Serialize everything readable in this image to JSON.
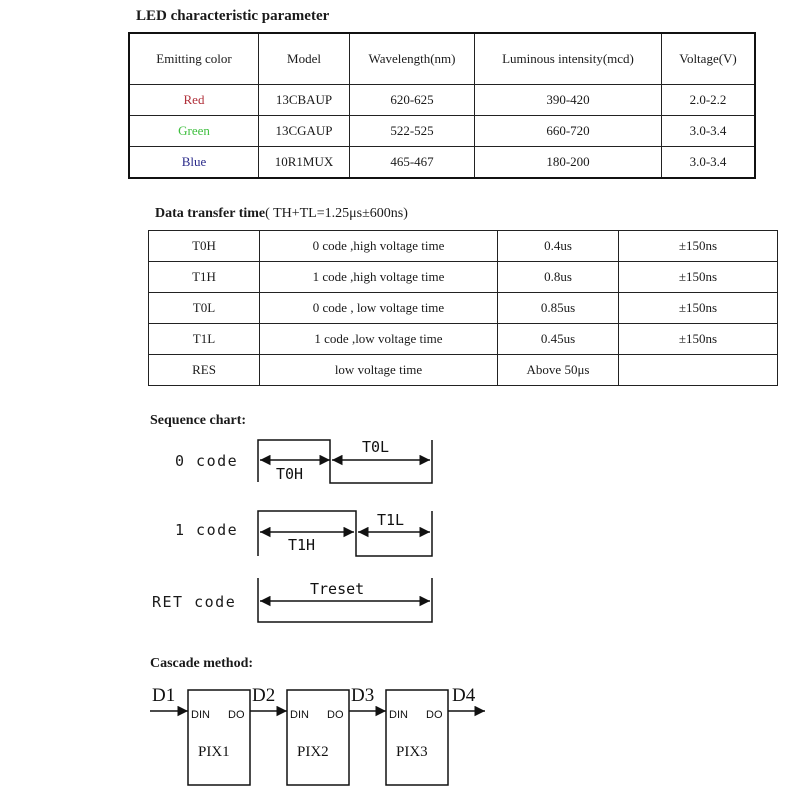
{
  "led_section": {
    "title": "LED characteristic parameter",
    "headers": [
      "Emitting color",
      "Model",
      "Wavelength(nm)",
      "Luminous intensity(mcd)",
      "Voltage(V)"
    ],
    "rows": [
      {
        "color": "Red",
        "color_hex": "#b0303a",
        "model": "13CBAUP",
        "wavelength": "620-625",
        "intensity": "390-420",
        "voltage": "2.0-2.2"
      },
      {
        "color": "Green",
        "color_hex": "#3fbf3f",
        "model": "13CGAUP",
        "wavelength": "522-525",
        "intensity": "660-720",
        "voltage": "3.0-3.4"
      },
      {
        "color": "Blue",
        "color_hex": "#2a2a8a",
        "model": "10R1MUX",
        "wavelength": "465-467",
        "intensity": "180-200",
        "voltage": "3.0-3.4"
      }
    ]
  },
  "transfer_section": {
    "title_bold": "Data transfer time",
    "title_rest": "( TH+TL=1.25μs±600ns)",
    "rows": [
      {
        "name": "T0H",
        "desc": "0 code ,high voltage time",
        "value": "0.4us",
        "tol": "±150ns"
      },
      {
        "name": "T1H",
        "desc": "1 code ,high voltage time",
        "value": "0.8us",
        "tol": "±150ns"
      },
      {
        "name": "T0L",
        "desc": "0 code , low voltage time",
        "value": "0.85us",
        "tol": "±150ns"
      },
      {
        "name": "T1L",
        "desc": "1 code ,low voltage time",
        "value": "0.45us",
        "tol": "±150ns"
      },
      {
        "name": "RES",
        "desc": "low voltage time",
        "value": "Above 50μs",
        "tol": ""
      }
    ]
  },
  "sequence": {
    "title": "Sequence chart:",
    "zero_code_label": "0 code",
    "one_code_label": "1 code",
    "ret_code_label": "RET code",
    "t0h": "T0H",
    "t0l": "T0L",
    "t1h": "T1H",
    "t1l": "T1L",
    "treset": "Treset"
  },
  "cascade": {
    "title": "Cascade method:",
    "signals": [
      "D1",
      "D2",
      "D3",
      "D4"
    ],
    "pixels": [
      "PIX1",
      "PIX2",
      "PIX3"
    ],
    "din": "DIN",
    "do": "DO"
  }
}
